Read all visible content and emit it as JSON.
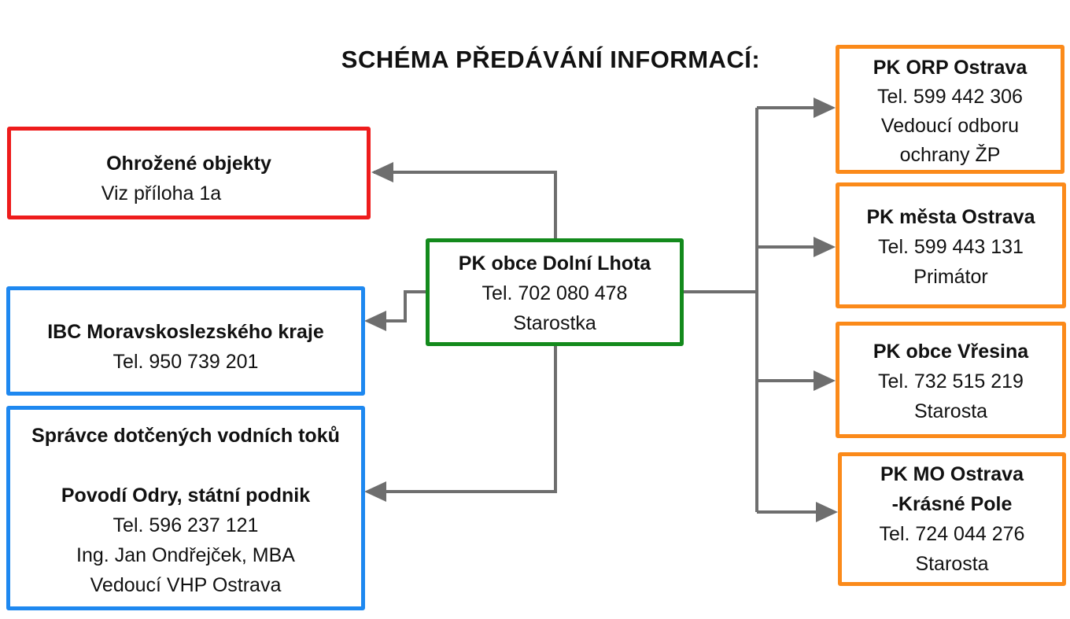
{
  "title": "SCHÉMA PŘEDÁVÁNÍ INFORMACÍ:",
  "colors": {
    "red": "#ee1c1c",
    "blue": "#1e88f0",
    "green": "#138a1c",
    "orange": "#fb8a1a",
    "connector": "#6e6e6e"
  },
  "center": {
    "name": "PK obce Dolní Lhota",
    "phone": "Tel. 702 080 478",
    "role": "Starostka"
  },
  "left_nodes": {
    "ohrozene": {
      "name": "Ohrožené objekty",
      "note": "Viz příloha 1a"
    },
    "ibc": {
      "name": "IBC Moravskoslezského kraje",
      "phone": "Tel. 950 739 201"
    },
    "povodi": {
      "heading": "Správce dotčených vodních toků",
      "name": "Povodí Odry, státní podnik",
      "phone": "Tel. 596 237 121",
      "person": "Ing. Jan Ondřejček, MBA",
      "role": "Vedoucí VHP Ostrava"
    }
  },
  "right_nodes": {
    "orp": {
      "name": "PK ORP Ostrava",
      "phone": "Tel. 599 442 306",
      "role_line1": "Vedoucí odboru",
      "role_line2": "ochrany ŽP"
    },
    "mesto": {
      "name": "PK města Ostrava",
      "phone": "Tel. 599 443 131",
      "role": "Primátor"
    },
    "vresina": {
      "name": "PK obce Vřesina",
      "phone": "Tel. 732 515 219",
      "role": "Starosta"
    },
    "mo": {
      "name_line1": "PK MO Ostrava",
      "name_line2": "-Krásné Pole",
      "phone": "Tel. 724 044 276",
      "role": "Starosta"
    }
  }
}
